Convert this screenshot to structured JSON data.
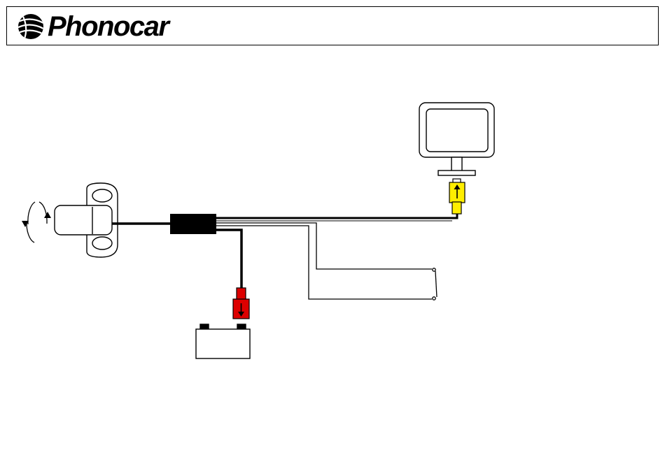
{
  "brand": {
    "name": "Phonocar",
    "logo_icon": "striped-globe-icon"
  },
  "colors": {
    "line": "#000000",
    "video_connector": "#ffee00",
    "power_connector": "#dd0000",
    "background": "#ffffff"
  },
  "diagram": {
    "components": [
      {
        "id": "camera",
        "icon": "rear-camera-icon"
      },
      {
        "id": "rotation",
        "icon": "rotate-arrows-icon"
      },
      {
        "id": "control-box",
        "icon": "junction-box-icon"
      },
      {
        "id": "monitor",
        "icon": "monitor-icon"
      },
      {
        "id": "video-rca",
        "icon": "yellow-rca-connector-icon"
      },
      {
        "id": "power-rca",
        "icon": "red-rca-connector-icon"
      },
      {
        "id": "battery",
        "icon": "battery-icon"
      },
      {
        "id": "switch-wires",
        "icon": "open-switch-icon"
      }
    ]
  }
}
